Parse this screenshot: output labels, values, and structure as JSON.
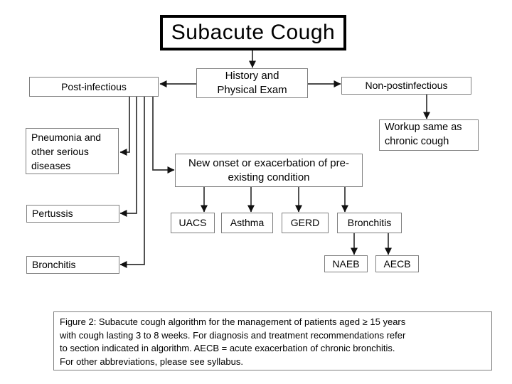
{
  "title": {
    "label": "Subacute Cough"
  },
  "nodes": {
    "history": {
      "label": "History and\nPhysical Exam"
    },
    "post_infectious": {
      "label": "Post-infectious"
    },
    "non_postinfectious": {
      "label": "Non-postinfectious"
    },
    "workup": {
      "label": "Workup same as\nchronic cough"
    },
    "pneumonia": {
      "label": "Pneumonia and\nother serious\ndiseases"
    },
    "pertussis": {
      "label": "Pertussis"
    },
    "bronchitis_left": {
      "label": "Bronchitis"
    },
    "new_onset": {
      "label": "New onset or exacerbation of pre-\nexisting condition"
    },
    "uacs": {
      "label": "UACS"
    },
    "asthma": {
      "label": "Asthma"
    },
    "gerd": {
      "label": "GERD"
    },
    "bronchitis_right": {
      "label": "Bronchitis"
    },
    "naeb": {
      "label": "NAEB"
    },
    "aecb": {
      "label": "AECB"
    }
  },
  "caption": {
    "lines": [
      "Figure 2: Subacute cough algorithm for the management of patients aged ≥ 15 years",
      "with cough lasting 3 to 8 weeks. For diagnosis and treatment recommendations refer",
      "to section indicated in algorithm. AECB = acute exacerbation of chronic bronchitis.",
      "For other abbreviations, please see syllabus."
    ]
  },
  "colors": {
    "background": "#ffffff",
    "box_border": "#7f7f7f",
    "title_border": "#000000",
    "connector": "#333333",
    "text": "#000000"
  }
}
